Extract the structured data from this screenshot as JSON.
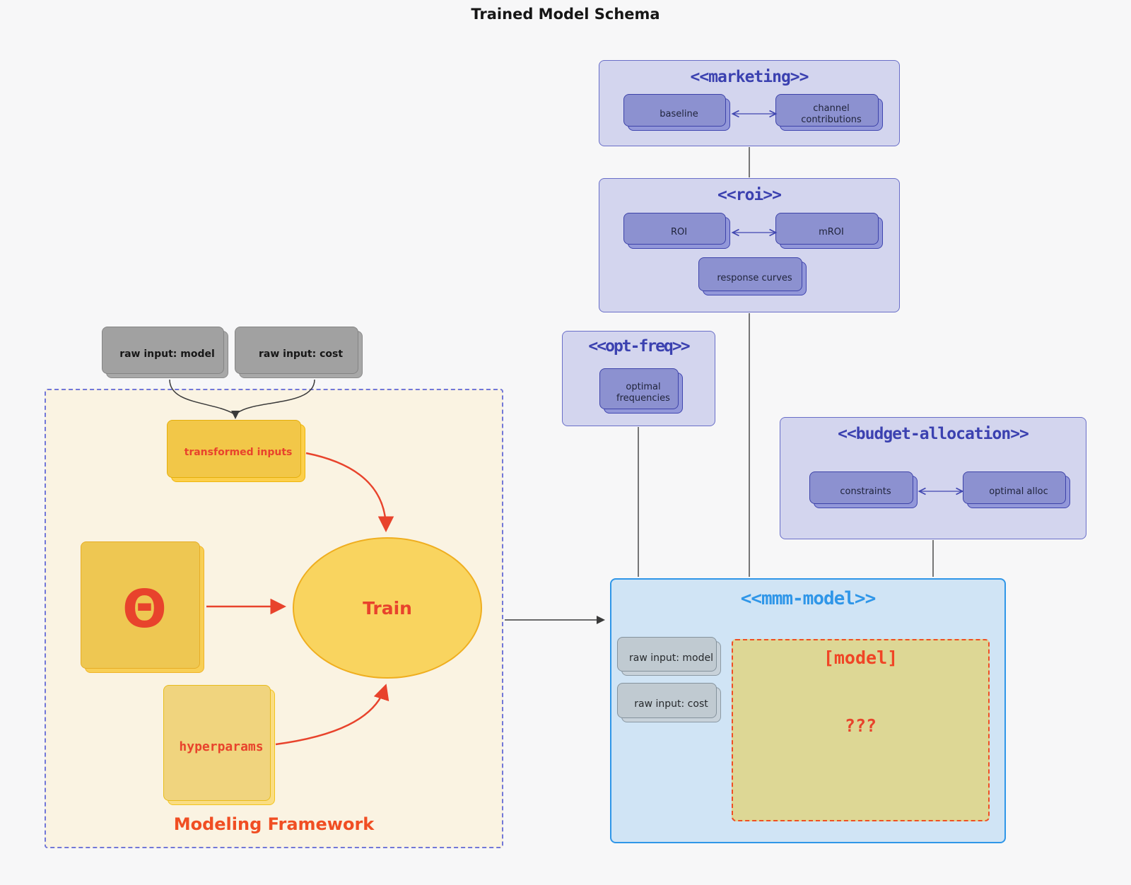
{
  "page": {
    "title": "Trained Model Schema"
  },
  "colors": {
    "background": "#f7f7f8",
    "purple_container_bg": "#d3d5ee",
    "purple_container_border": "#696ec8",
    "purple_title": "#3b41b0",
    "purple_box_bg": "#9297d9",
    "purple_box_border": "#4046b0",
    "blue_container_bg": "#d0e4f5",
    "blue_accent": "#2f96e8",
    "khaki_bg": "#ddd795",
    "red_accent": "#e8432c",
    "orange_red": "#f04e23",
    "gray_box_bg": "#a8a8a8",
    "bluegray_box_bg": "#c8d2da",
    "yellow_box_bg": "#fccf4b",
    "framework_bg": "#faf3e2",
    "framework_border": "#7277d8",
    "connector_dark": "#4a4a4a"
  },
  "marketing": {
    "title": "<<marketing>>",
    "baseline": "baseline",
    "channel_contributions": "channel contributions"
  },
  "roi": {
    "title": "<<roi>>",
    "roi": "ROI",
    "mroi": "mROI",
    "response_curves": "response curves"
  },
  "opt_freq": {
    "title": "<<opt-freq>>",
    "optimal_frequencies": "optimal frequencies"
  },
  "budget_allocation": {
    "title": "<<budget-allocation>>",
    "constraints": "constraints",
    "optimal_alloc": "optimal alloc"
  },
  "mmm_model": {
    "title": "<<mmm-model>>",
    "raw_input_model": "raw input: model",
    "raw_input_cost": "raw input: cost",
    "model_box": "[model]",
    "unknown": "???"
  },
  "framework": {
    "label": "Modeling Framework",
    "transformed_inputs": "transformed inputs",
    "theta": "Θ",
    "train": "Train",
    "hyperparams": "hyperparams"
  },
  "external": {
    "raw_input_model": "raw input: model",
    "raw_input_cost": "raw input: cost"
  }
}
